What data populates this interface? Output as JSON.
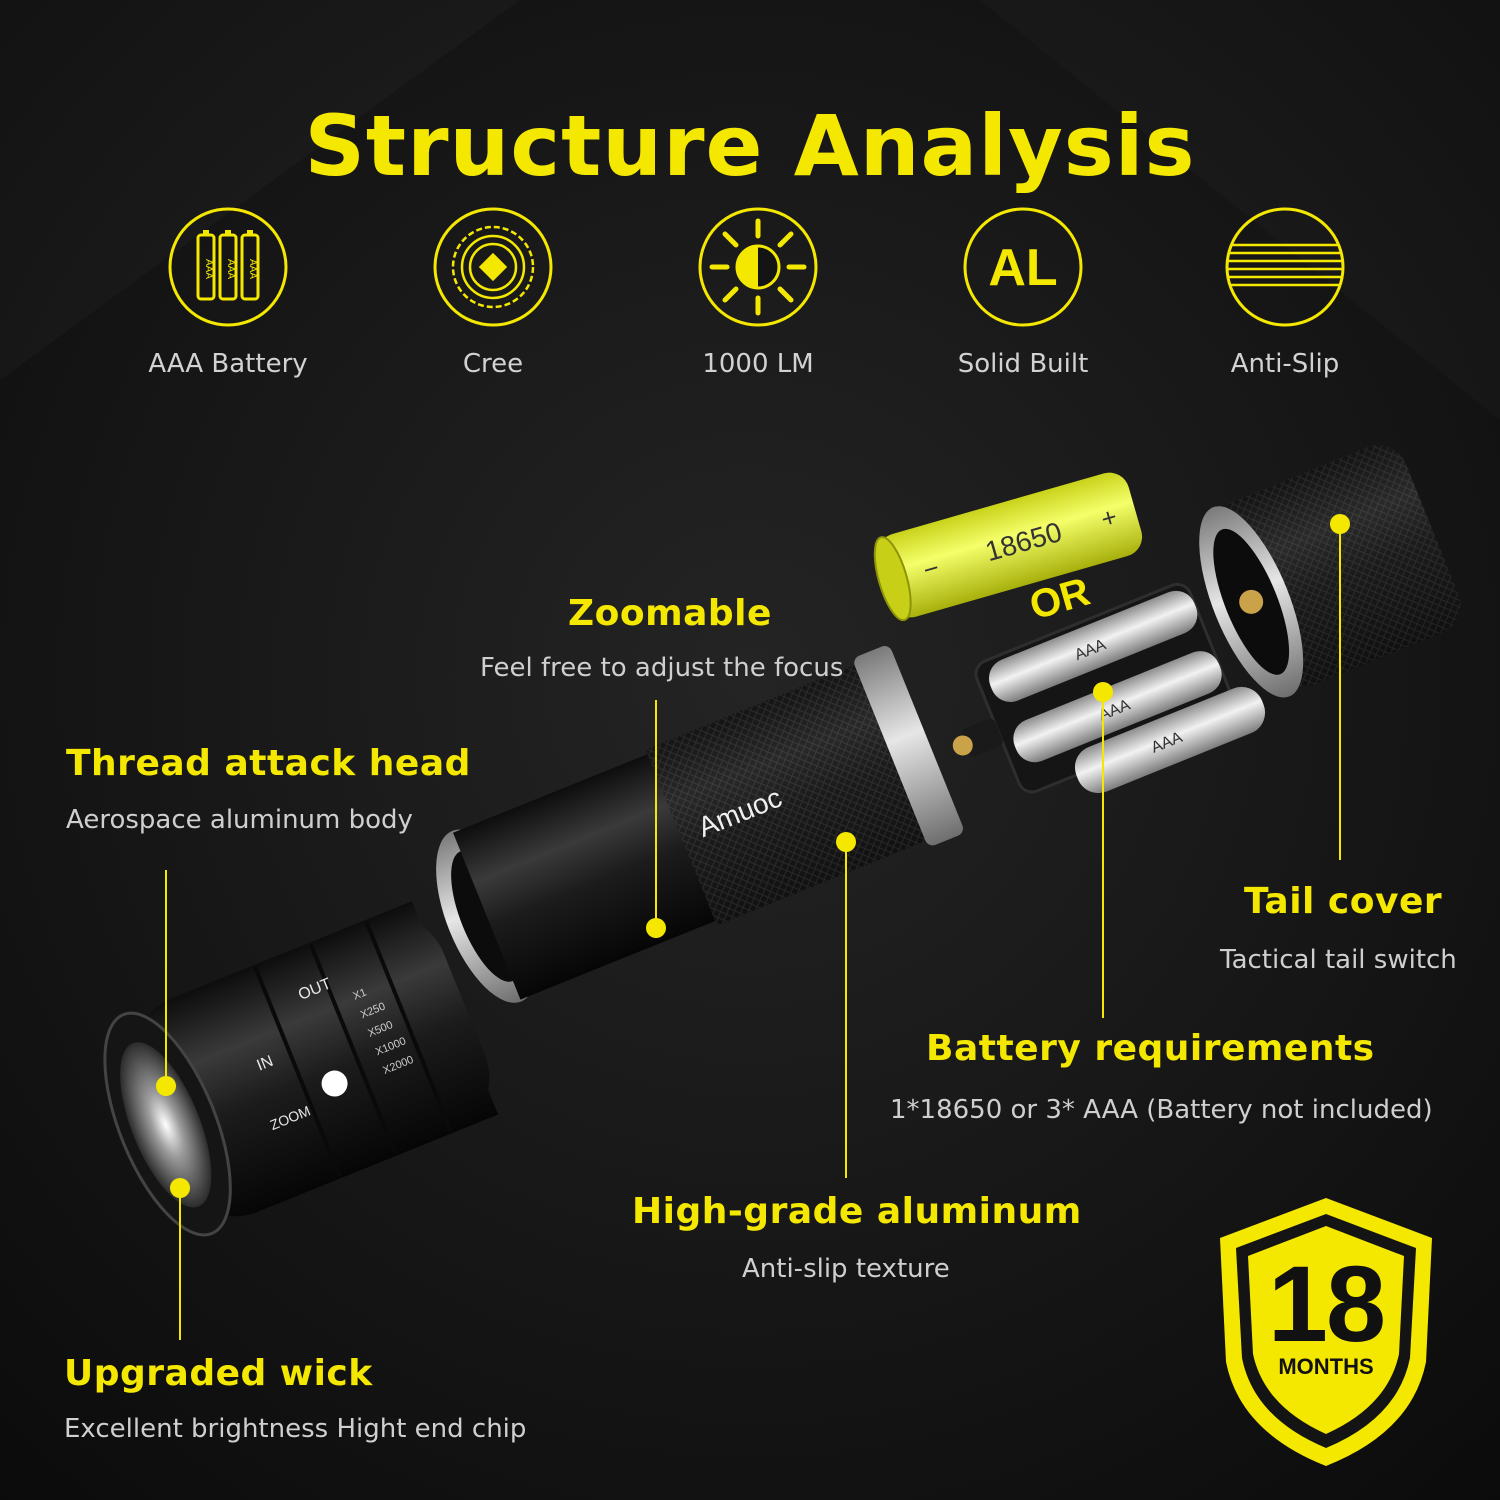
{
  "title": "Structure Analysis",
  "colors": {
    "accent": "#f5e800",
    "background": "#141414",
    "label": "#d2d2d2",
    "metal": "#1e1e1e"
  },
  "features": [
    {
      "label": "AAA Battery",
      "icon": "battery-icon",
      "icon_text": "AAA"
    },
    {
      "label": "Cree",
      "icon": "led-chip-icon"
    },
    {
      "label": "1000 LM",
      "icon": "sun-icon"
    },
    {
      "label": "Solid Built",
      "icon": "aluminum-icon",
      "icon_text": "AL"
    },
    {
      "label": "Anti-Slip",
      "icon": "anti-slip-lines-icon"
    }
  ],
  "callouts": {
    "zoomable": {
      "title": "Zoomable",
      "subtitle": "Feel free to adjust the focus"
    },
    "thread_head": {
      "title": "Thread attack head",
      "subtitle": "Aerospace aluminum body"
    },
    "tail_cover": {
      "title": "Tail cover",
      "subtitle": "Tactical tail switch"
    },
    "battery": {
      "title": "Battery requirements",
      "subtitle": "1*18650 or 3* AAA (Battery not included)"
    },
    "aluminum": {
      "title": "High-grade aluminum",
      "subtitle": "Anti-slip texture"
    },
    "wick": {
      "title": "Upgraded wick",
      "subtitle": "Excellent brightness Hight end chip"
    }
  },
  "product": {
    "brand": "Amuoc",
    "battery_18650": "18650",
    "battery_minus": "−",
    "battery_plus": "+",
    "or_label": "OR",
    "aaa_label": "AAA",
    "zoom_in": "IN",
    "zoom_out": "OUT",
    "zoom_word": "ZOOM",
    "zoom_scale": [
      "X1",
      "X250",
      "X500",
      "X1000",
      "X2000"
    ]
  },
  "warranty": {
    "number": "18",
    "unit": "MONTHS"
  }
}
